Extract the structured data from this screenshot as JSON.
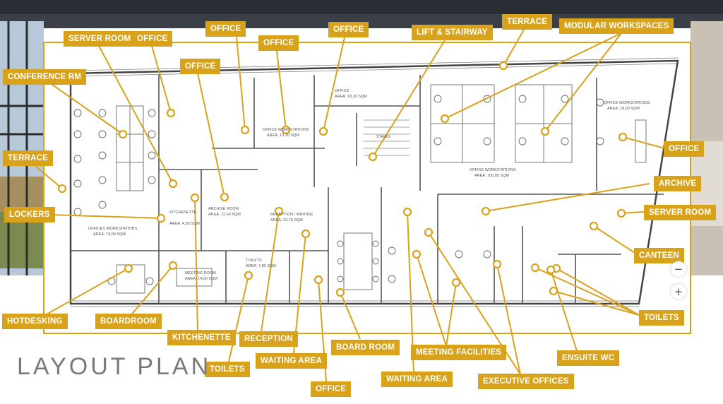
{
  "title": "LAYOUT PLAN",
  "accent_color": "#d9a21b",
  "labels": {
    "server_room_top": "SERVER ROOM",
    "office_1": "OFFICE",
    "office_2": "OFFICE",
    "office_3": "OFFICE",
    "office_4": "OFFICE",
    "office_5": "OFFICE",
    "lift_stairway": "LIFT & STAIRWAY",
    "terrace_top": "TERRACE",
    "modular_workspaces": "MODULAR WORKSPACES",
    "conference_rm": "CONFERENCE RM",
    "terrace_left": "TERRACE",
    "lockers": "LOCKERS",
    "office_right": "OFFICE",
    "archive": "ARCHIVE",
    "server_room_right": "SERVER ROOM",
    "canteen": "CANTEEN",
    "toilets_right": "TOILETS",
    "hotdesking": "HOTDESKING",
    "boardroom": "BOARDROOM",
    "kitchenette": "KITCHENETTE",
    "reception": "RECEPTION",
    "toilets_bottom": "TOILETS",
    "waiting_area_1": "WAITING AREA",
    "office_bottom": "OFFICE",
    "board_room": "BOARD ROOM",
    "meeting_facilities": "MEETING FACILITIES",
    "ensuite_wc": "ENSUITE WC",
    "waiting_area_2": "WAITING AREA",
    "executive_offices": "EXECUTIVE OFFICES"
  },
  "plan": {
    "office_workstations_a": "OFFICES WORKSTATIONS",
    "office_workstations_a_area": "AREA: 74,00 SQM",
    "office_workstations_b": "OFFICE WORKSTATIONS",
    "office_workstations_b_area": "AREA: 100,00 SQM",
    "office_workstations_c": "OFFICE WORKSTATIONS",
    "office_workstations_c_area": "AREA: 18,00 SQM",
    "office_workstations_d": "OFFICE WORKSTATIONS",
    "office_workstations_d_area": "AREA: 13,10 SQM",
    "archive_room": "ARCHIVE ROOM",
    "archive_room_area": "AREA: 12,60 SQM",
    "reception_waiting": "RECEPTION / WAITING",
    "reception_waiting_area": "AREA: 22,70 SQM",
    "meeting_room": "MEETING ROOM",
    "meeting_room_area": "AREA: 14,00 SQM",
    "toilets": "TOILETS",
    "toilets_area": "AREA: 7,80 SQM",
    "kitchenette": "KITCHENETTE",
    "kitchenette_area": "AREA: 4,30 SQM",
    "office_top": "OFFICE",
    "office_top_area": "AREA: 18,20 SQM",
    "stairs": "STAIRS"
  },
  "zoom": {
    "plus": "+",
    "minus": "−"
  }
}
